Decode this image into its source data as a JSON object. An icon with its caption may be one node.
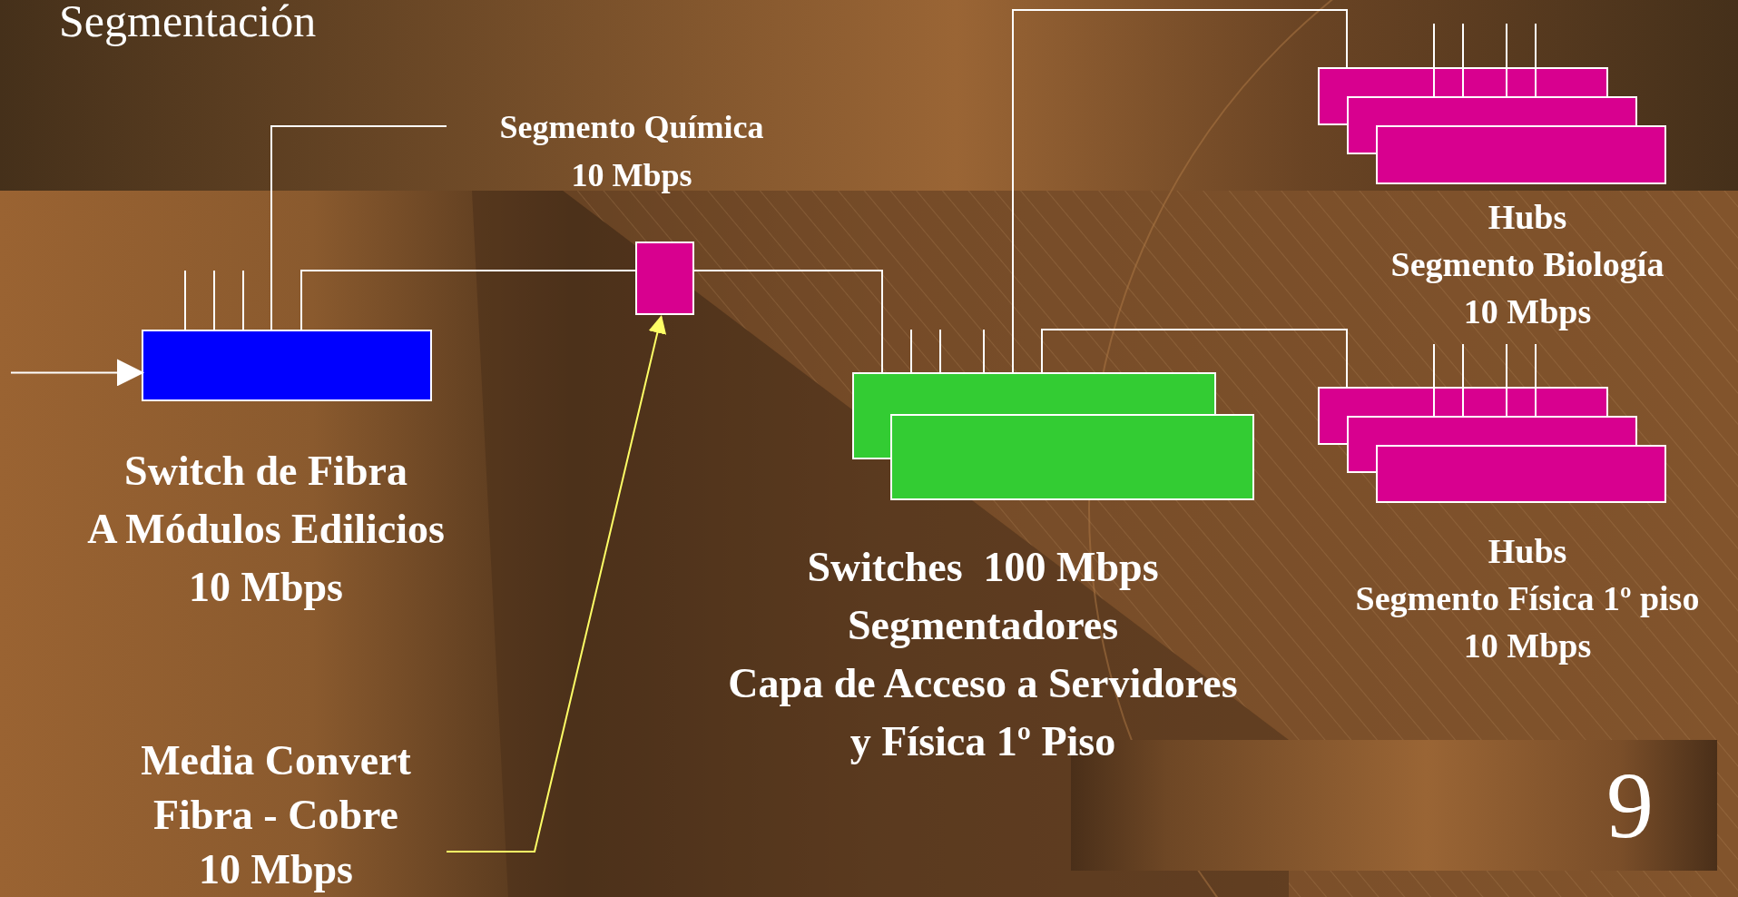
{
  "diagram": {
    "title": "Segmentación",
    "nodes": [
      {
        "text": [
          "Segmento Química",
          "10 Mbps"
        ]
      },
      {
        "text": [
          "Switch de Fibra",
          "A Módulos Edilicios",
          "10 Mbps"
        ]
      },
      {
        "text": [],
        "shape": "box"
      },
      {
        "text": [
          "Media Convert",
          "Fibra - Cobre",
          "10 Mbps"
        ]
      },
      {
        "text": [],
        "shape": "box"
      },
      {
        "text": [
          "Switches  100 Mbps",
          "Segmentadores",
          "Capa de Acceso a Servidores",
          "y Física 1º Piso"
        ]
      },
      {
        "text": [],
        "shape": "box"
      },
      {
        "text": [],
        "shape": "box"
      },
      {
        "text": [
          "Hubs",
          "Segmento Biología",
          "10 Mbps"
        ]
      },
      {
        "text": [],
        "shape": "box"
      },
      {
        "text": [],
        "shape": "box"
      },
      {
        "text": [
          "Hubs",
          "Segmento Física 1º piso",
          "10 Mbps"
        ]
      }
    ],
    "edges": [
      {
        "from": null,
        "to": 1,
        "arrow": "to"
      },
      {
        "from": 1,
        "to": 0,
        "arrow": "none"
      },
      {
        "from": 1,
        "to": 2,
        "arrow": "none"
      },
      {
        "from": 3,
        "to": 2,
        "arrow": "to",
        "color": "#ffff66"
      },
      {
        "from": 2,
        "to": 4,
        "arrow": "none"
      },
      {
        "from": 4,
        "to": 6,
        "arrow": "none"
      },
      {
        "from": 4,
        "to": 9,
        "arrow": "none"
      }
    ],
    "labels": [
      "9"
    ]
  }
}
